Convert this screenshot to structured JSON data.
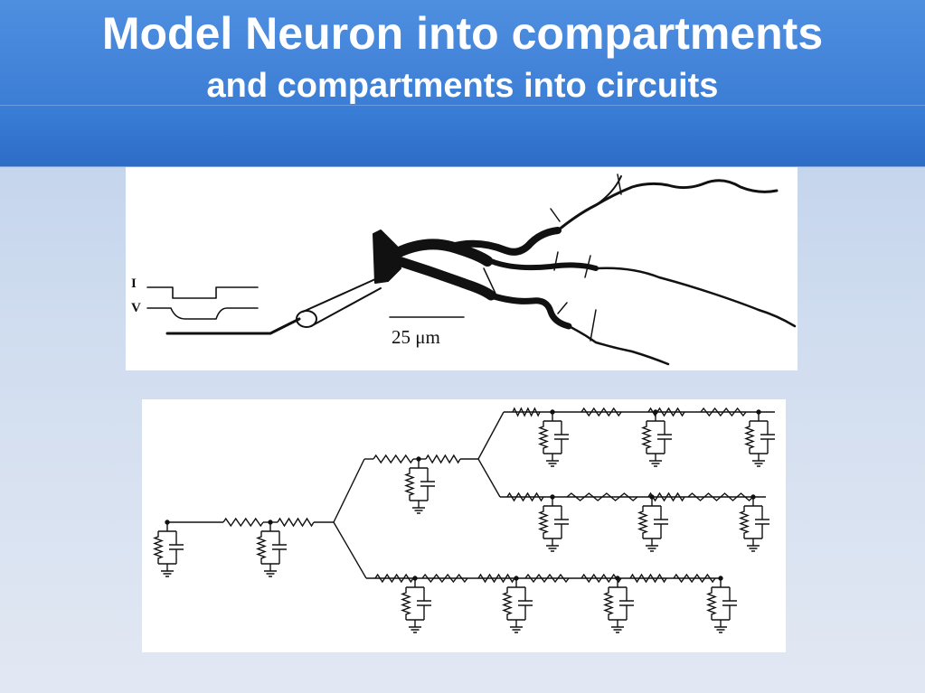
{
  "slide": {
    "title": "Model Neuron into compartments",
    "subtitle": "and compartments into circuits"
  },
  "neuron_figure": {
    "current_label": "I",
    "voltage_label": "V",
    "scale_bar_label": "25  μm"
  },
  "colors": {
    "header": "#3d7fd6",
    "background": "#cfdcef",
    "ink": "#111111"
  }
}
